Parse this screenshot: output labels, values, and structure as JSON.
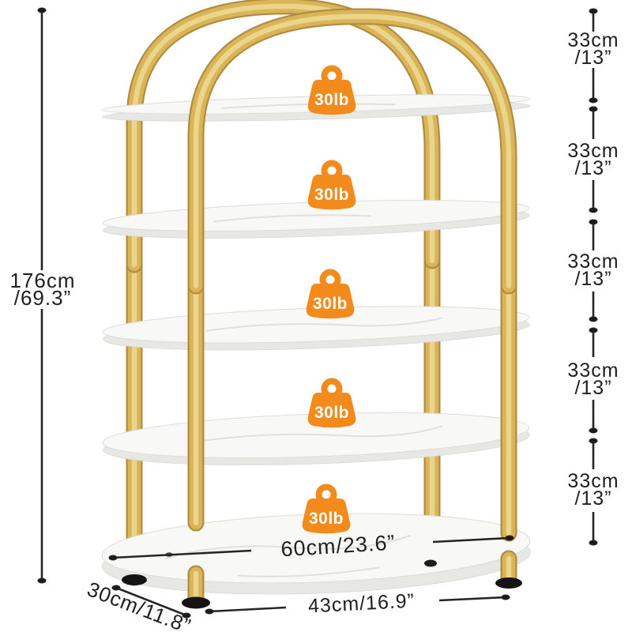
{
  "colors": {
    "background": "#FFFFFF",
    "frame_gold": "#D9B459",
    "frame_gold_dark": "#B28D3F",
    "frame_gold_light": "#ECD78E",
    "shelf_white": "#F8F8F6",
    "shelf_rim": "#E7E7E3",
    "badge_orange": "#F28A1C",
    "dimension_line": "#262626",
    "text": "#1F1F1F",
    "foot_black": "#141414"
  },
  "badge": {
    "label": "30lb"
  },
  "shelf_count": 5,
  "dimensions": {
    "height": {
      "cm": "176cm",
      "inch": "/69.3”"
    },
    "tier_gaps": [
      {
        "cm": "33cm",
        "inch": "/13”"
      },
      {
        "cm": "33cm",
        "inch": "/13”"
      },
      {
        "cm": "33cm",
        "inch": "/13”"
      },
      {
        "cm": "33cm",
        "inch": "/13”"
      },
      {
        "cm": "33cm",
        "inch": "/13”"
      }
    ],
    "shelf_length": "60cm/23.6”",
    "base_width": "43cm/16.9”",
    "base_depth": "30cm/11.8”"
  }
}
